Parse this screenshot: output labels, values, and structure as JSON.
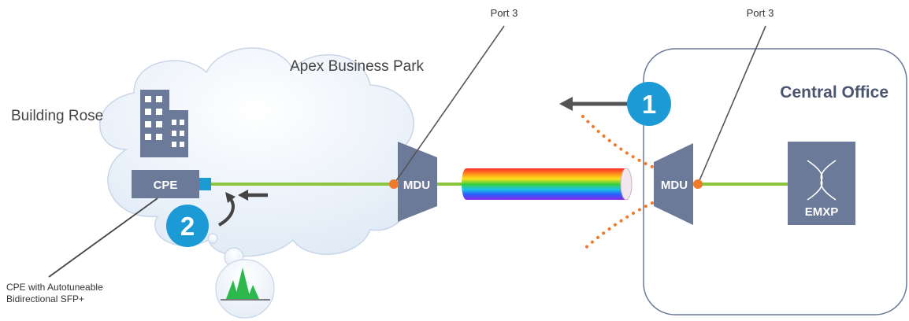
{
  "labels": {
    "port_left": "Port 3",
    "port_right": "Port 3",
    "park": "Apex Business Park",
    "building": "Building Rose",
    "central_office": "Central Office",
    "cpe": "CPE",
    "mdu_left": "MDU",
    "mdu_right": "MDU",
    "emxp": "EMXP",
    "step1": "1",
    "step2": "2",
    "cpe_note_line1": "CPE with Autotuneable",
    "cpe_note_line2": "Bidirectional SFP+"
  },
  "colors": {
    "box": "#6b7a99",
    "fiber": "#8cc63f",
    "badge": "#1b9ad6",
    "dots": "#f07a2a",
    "office_border": "#6b7a99",
    "cloud_fill": "#eef4fb"
  }
}
